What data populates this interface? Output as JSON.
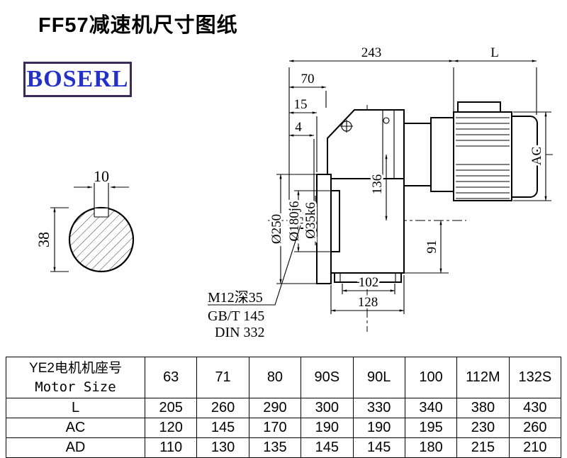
{
  "page": {
    "title": "FF57减速机尺寸图纸"
  },
  "logo": {
    "text": "BOSERL"
  },
  "colors": {
    "logo_border": "#3b2a5a",
    "logo_text": "#2431c8"
  },
  "drawing": {
    "dims": {
      "top_width": "243",
      "motor_length": "L",
      "d70": "70",
      "d15": "15",
      "d4": "4",
      "shaft_key_width": "10",
      "shaft_height": "38",
      "flange_dia": "Ø250",
      "spigot_dia": "Ø180j6",
      "shaft_dia": "Ø35k6",
      "center_height": "136",
      "motor_dia": "AC",
      "d91": "91",
      "d102": "102",
      "d128": "128"
    },
    "notes": [
      "M12深35",
      "GB/T 145",
      "DIN 332"
    ]
  },
  "table": {
    "header_cn": "YE2电机机座号",
    "header_en": "Motor Size",
    "motor_sizes": [
      "63",
      "71",
      "80",
      "90S",
      "90L",
      "100",
      "112M",
      "132S"
    ],
    "rows": [
      {
        "label": "L",
        "values": [
          "205",
          "260",
          "290",
          "300",
          "330",
          "340",
          "380",
          "430"
        ]
      },
      {
        "label": "AC",
        "values": [
          "120",
          "145",
          "170",
          "190",
          "190",
          "195",
          "230",
          "260"
        ]
      },
      {
        "label": "AD",
        "values": [
          "110",
          "130",
          "135",
          "145",
          "145",
          "180",
          "215",
          "210"
        ]
      }
    ]
  }
}
